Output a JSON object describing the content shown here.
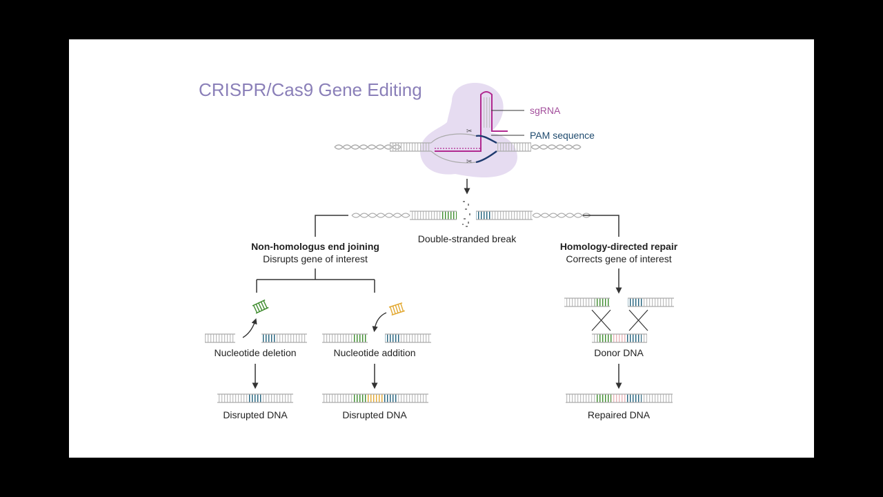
{
  "title": "CRISPR/Cas9 Gene Editing",
  "labels": {
    "sgrna": "sgRNA",
    "pam": "PAM sequence",
    "dsb": "Double-stranded break",
    "nhej_title": "Non-homologus end joining",
    "nhej_sub": "Disrupts gene of interest",
    "hdr_title": "Homology-directed repair",
    "hdr_sub": "Corrects gene of interest",
    "deletion": "Nucleotide deletion",
    "addition": "Nucleotide addition",
    "donor": "Donor DNA",
    "disrupted_1": "Disrupted DNA",
    "disrupted_2": "Disrupted DNA",
    "repaired": "Repaired DNA"
  },
  "colors": {
    "title": "#8a7fb8",
    "sgrna": "#b0278f",
    "pam": "#1e3a6e",
    "cas9": "#e5daf0",
    "dna": "#b8b8b8",
    "green": "#3b8a2a",
    "teal": "#1e5f7a",
    "yellow": "#e2a72e",
    "pink": "#e8b4b8",
    "arrow": "#333333"
  }
}
